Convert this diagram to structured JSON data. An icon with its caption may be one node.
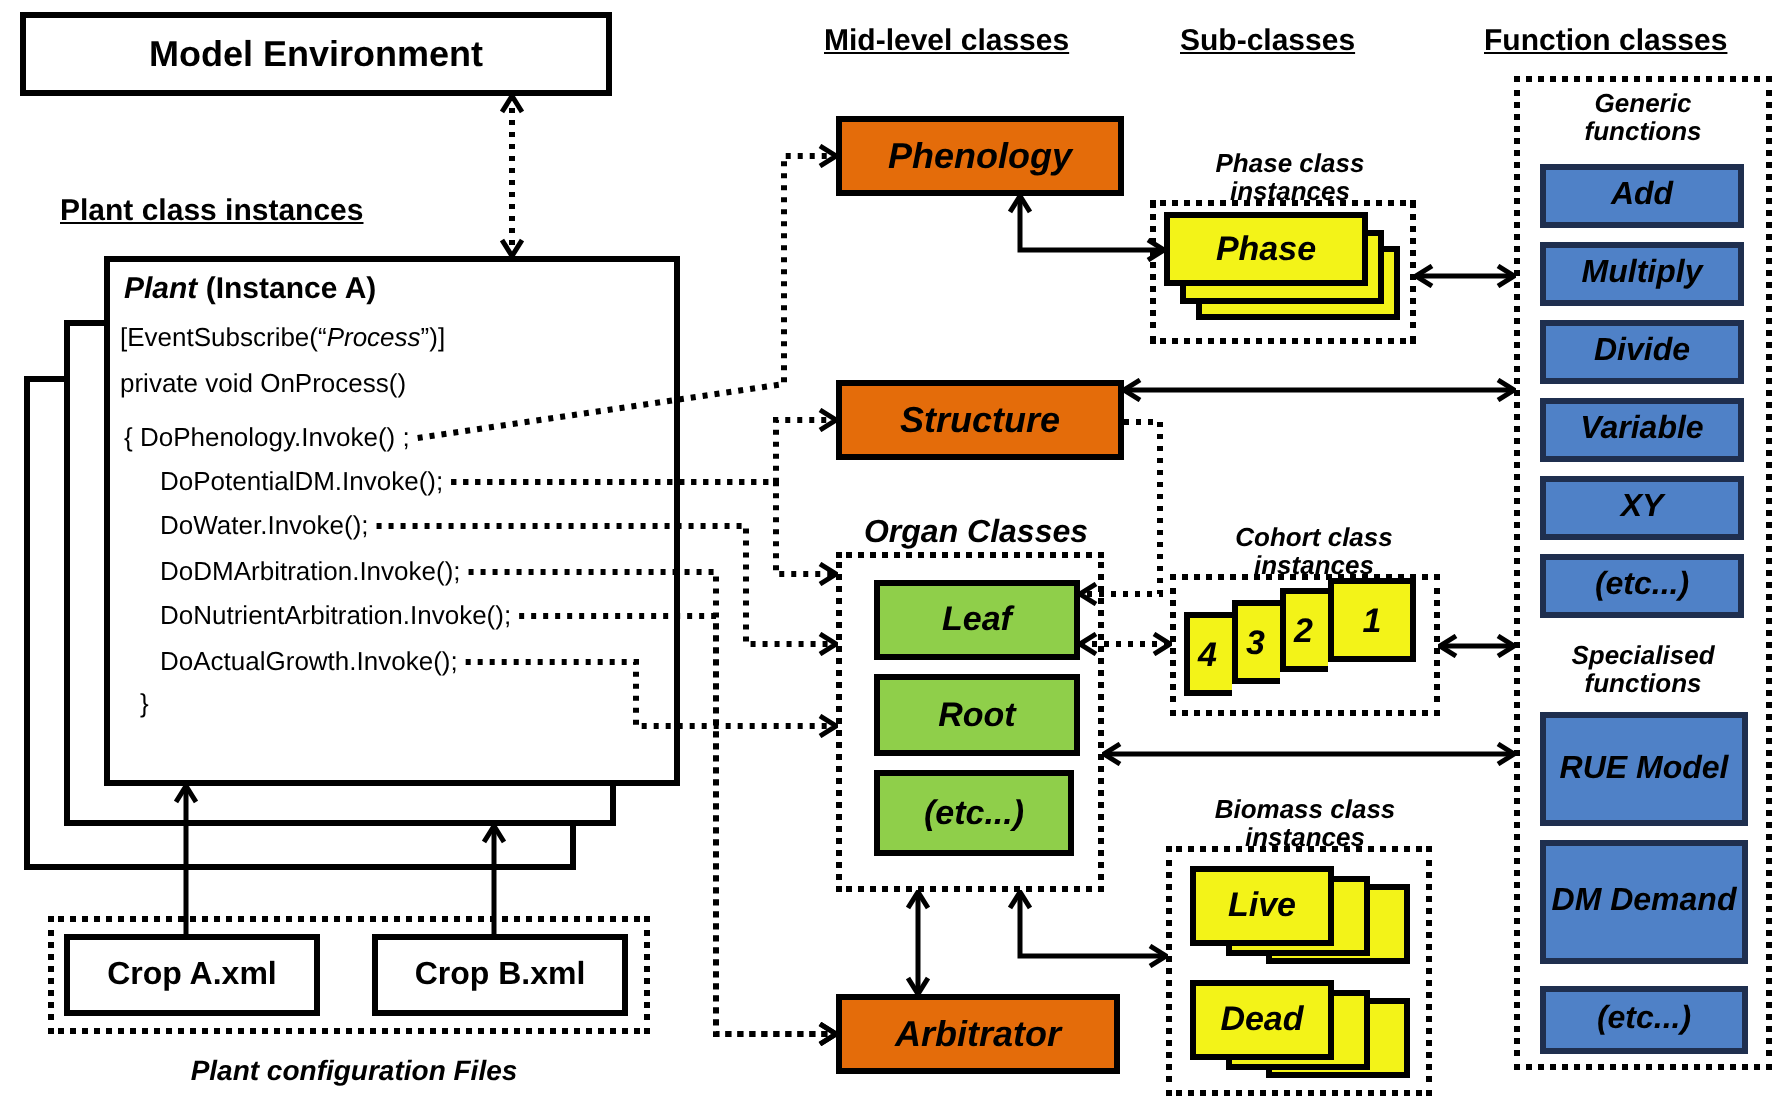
{
  "diagram": {
    "nodes": [
      {
        "text": [
          "Model Environment"
        ]
      },
      {
        "text": [
          "*Plant* (Instance A)",
          "[EventSubscribe(“*Process*”)]",
          "private void OnProcess()",
          "}"
        ]
      },
      {
        "text": [
          "{ DoPhenology.Invoke() ;"
        ],
        "in": 1
      },
      {
        "text": [
          "DoPotentialDM.Invoke();"
        ],
        "in": 1
      },
      {
        "text": [
          "DoWater.Invoke();"
        ],
        "in": 1
      },
      {
        "text": [
          "DoDMArbitration.Invoke();"
        ],
        "in": 1
      },
      {
        "text": [
          "DoNutrientArbitration.Invoke();"
        ],
        "in": 1
      },
      {
        "text": [
          "DoActualGrowth.Invoke();"
        ],
        "in": 1
      },
      {
        "text": [
          "Plant configuration Files"
        ]
      },
      {
        "text": [
          "Crop A.xml"
        ],
        "in": 8
      },
      {
        "text": [
          "Crop B.xml"
        ],
        "in": 8
      },
      {
        "text": [
          "Phenology"
        ]
      },
      {
        "text": [
          "Phase class instances"
        ]
      },
      {
        "text": [
          "Phase"
        ],
        "in": 12
      },
      {
        "text": [
          "Structure"
        ]
      },
      {
        "text": [
          "Organ Classes"
        ]
      },
      {
        "text": [
          "Leaf"
        ],
        "in": 15
      },
      {
        "text": [
          "Root"
        ],
        "in": 15
      },
      {
        "text": [
          "(etc...)"
        ],
        "in": 15
      },
      {
        "text": [
          "Cohort class instances"
        ]
      },
      {
        "text": [
          "4"
        ],
        "in": 19
      },
      {
        "text": [
          "3"
        ],
        "in": 19
      },
      {
        "text": [
          "2"
        ],
        "in": 19
      },
      {
        "text": [
          "1"
        ],
        "in": 19
      },
      {
        "text": [
          "Biomass class instances"
        ]
      },
      {
        "text": [
          "Live"
        ],
        "in": 24
      },
      {
        "text": [
          "Dead"
        ],
        "in": 24
      },
      {
        "text": [
          "Arbitrator"
        ]
      },
      {
        "text": [
          "Generic functions",
          "Specialised functions"
        ]
      },
      {
        "text": [
          "Add"
        ],
        "in": 28
      },
      {
        "text": [
          "Multiply"
        ],
        "in": 28
      },
      {
        "text": [
          "Divide"
        ],
        "in": 28
      },
      {
        "text": [
          "Variable"
        ],
        "in": 28
      },
      {
        "text": [
          "XY"
        ],
        "in": 28
      },
      {
        "text": [
          "(etc...)"
        ],
        "in": 28
      },
      {
        "text": [
          "RUE Model"
        ],
        "in": 28
      },
      {
        "text": [
          "DM Demand"
        ],
        "in": 28
      },
      {
        "text": [
          "(etc...)"
        ],
        "in": 28
      }
    ],
    "edges": [
      {
        "from": 0,
        "to": 1,
        "arrow": "both",
        "style": "dashed"
      },
      {
        "from": 9,
        "to": 1,
        "arrow": "to"
      },
      {
        "from": 10,
        "to": 1,
        "arrow": "to"
      },
      {
        "from": 2,
        "to": 11,
        "arrow": "to",
        "style": "dashed"
      },
      {
        "from": 3,
        "to": 14,
        "arrow": "to",
        "style": "dashed"
      },
      {
        "from": 3,
        "to": 15,
        "arrow": "to",
        "style": "dashed"
      },
      {
        "from": 4,
        "to": 15,
        "arrow": "to",
        "style": "dashed"
      },
      {
        "from": 5,
        "to": 27,
        "arrow": "to",
        "style": "dashed"
      },
      {
        "from": 6,
        "to": 27,
        "arrow": "to",
        "style": "dashed"
      },
      {
        "from": 7,
        "to": 15,
        "arrow": "to",
        "style": "dashed"
      },
      {
        "from": 11,
        "to": 13,
        "arrow": "both"
      },
      {
        "from": 12,
        "to": 28,
        "arrow": "both"
      },
      {
        "from": 14,
        "to": 28,
        "arrow": "both"
      },
      {
        "from": 14,
        "to": 16,
        "arrow": "to",
        "style": "dashed"
      },
      {
        "from": 16,
        "to": 19,
        "arrow": "both",
        "style": "dashed"
      },
      {
        "from": 19,
        "to": 28,
        "arrow": "both"
      },
      {
        "from": 15,
        "to": 28,
        "arrow": "both"
      },
      {
        "from": 15,
        "to": 27,
        "arrow": "both"
      },
      {
        "from": 15,
        "to": 24,
        "arrow": "both"
      }
    ],
    "labels": [
      "Plant class instances",
      "Mid-level classes",
      "Sub-classes",
      "Function classes"
    ]
  }
}
